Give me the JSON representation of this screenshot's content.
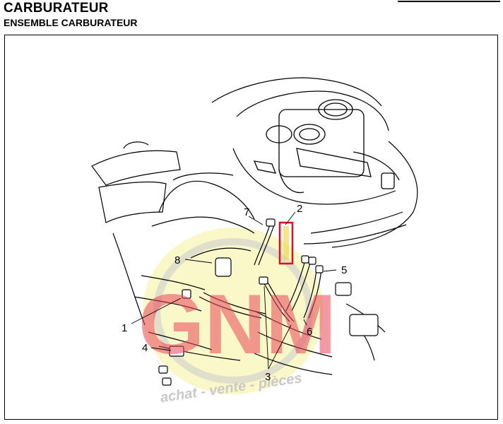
{
  "header": {
    "title": "CARBURATEUR",
    "subtitle": "ENSEMBLE CARBURATEUR"
  },
  "watermark": {
    "logo_text": "GNM",
    "tagline": "achat - vente - pièces",
    "logo_color": "#e8485a",
    "seal_color": "#f4ec7a"
  },
  "highlight": {
    "color": "#e0101a"
  },
  "callouts": {
    "c1": "1",
    "c2": "2",
    "c3": "3",
    "c4": "4",
    "c5": "5",
    "c6": "6",
    "c7": "7",
    "c8": "8"
  }
}
